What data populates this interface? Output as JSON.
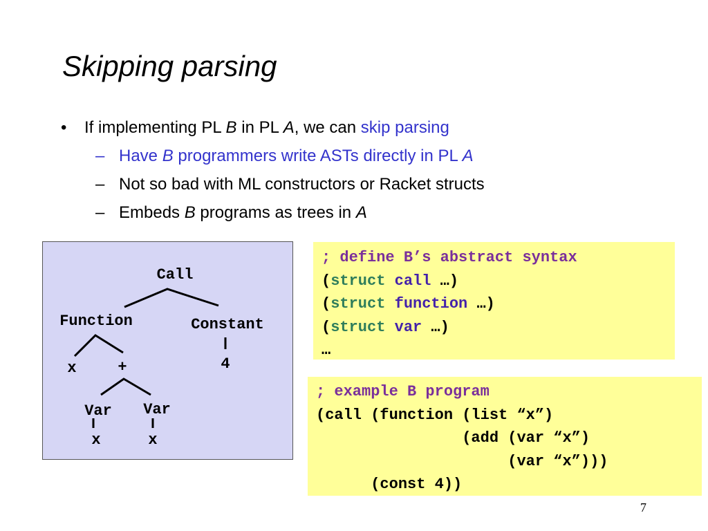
{
  "title": "Skipping parsing",
  "bullets": {
    "b1": {
      "marker": "•",
      "t1": "If implementing PL ",
      "t2": "B",
      "t3": " in PL ",
      "t4": "A",
      "t5": ", we can ",
      "t6": "skip parsing"
    },
    "s1": {
      "marker": "–",
      "t1": "Have ",
      "t2": "B",
      "t3": " programmers write ASTs directly in PL ",
      "t4": "A"
    },
    "s2": {
      "marker": "–",
      "t1": "Not so bad with ML constructors or Racket structs"
    },
    "s3": {
      "marker": "–",
      "t1": "Embeds ",
      "t2": "B",
      "t3": " programs as trees in ",
      "t4": "A"
    }
  },
  "tree": {
    "call": "Call",
    "function": "Function",
    "constant": "Constant",
    "x": "x",
    "plus": "+",
    "four": "4",
    "var1": "Var",
    "var2": "Var",
    "x1": "x",
    "x2": "x"
  },
  "code1": {
    "comment": "; define B’s abstract syntax",
    "l2_open": "(",
    "l2_kw": "struct",
    "l2_name": "call",
    "l2_rest": " …)",
    "l3_open": "(",
    "l3_kw": "struct",
    "l3_name": "function",
    "l3_rest": " …)",
    "l4_open": "(",
    "l4_kw": "struct",
    "l4_name": "var",
    "l4_rest": " …)",
    "l5": "…"
  },
  "code2": {
    "comment": "; example B program",
    "l2": "(call (function (list “x”)",
    "l3": "                (add (var “x”)",
    "l4": "                     (var “x”)))",
    "l5": "      (const 4))"
  },
  "page_number": "7",
  "colors": {
    "blue_text": "#3333cc",
    "diagram_bg": "#d6d6f5",
    "code_bg": "#ffff99",
    "comment": "#7a2f9b",
    "keyword": "#2e7d5b",
    "name": "#4422aa"
  }
}
